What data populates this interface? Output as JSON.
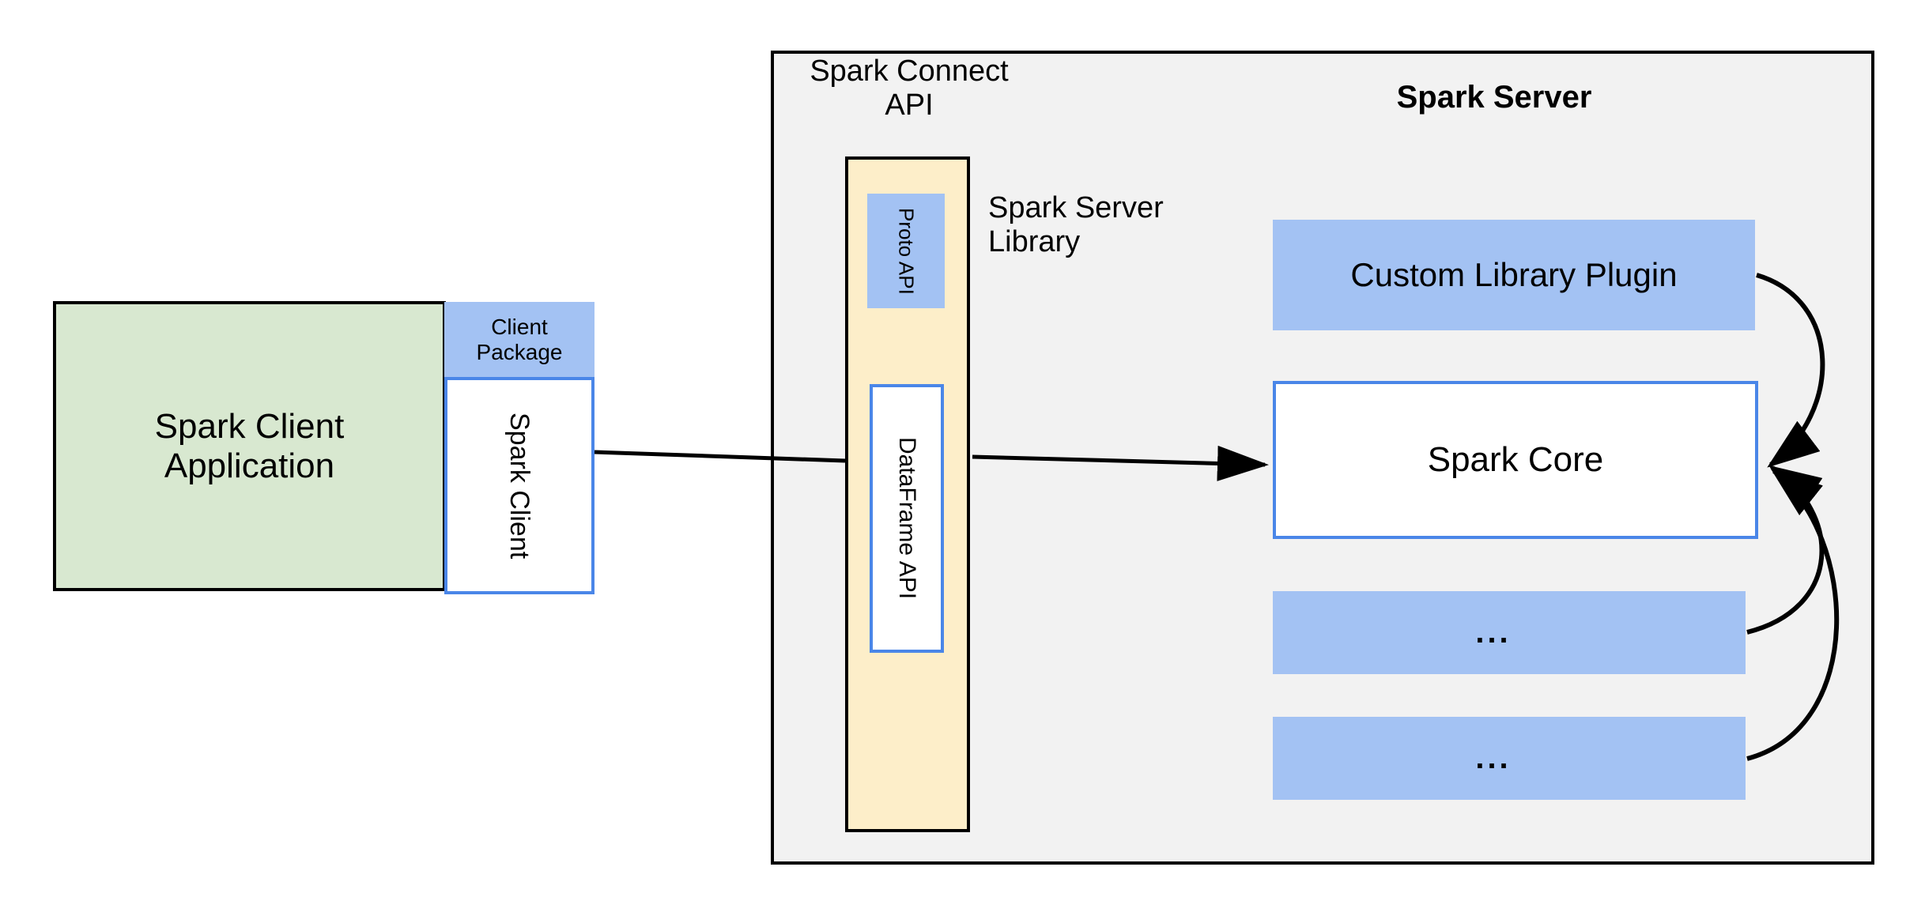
{
  "diagram": {
    "title_server": "Spark Server",
    "client": {
      "app_line1": "Spark Client",
      "app_line2": "Application",
      "package_line1": "Client",
      "package_line2": "Package",
      "client_box_label": "Spark Client"
    },
    "connect": {
      "api_title_line1": "Spark Connect",
      "api_title_line2": "API",
      "server_library_line1": "Spark Server",
      "server_library_line2": "Library",
      "proto_api_label": "Proto API",
      "dataframe_api_label": "DataFrame API"
    },
    "server": {
      "custom_library_plugin": "Custom Library Plugin",
      "spark_core": "Spark Core",
      "ellipsis_one": "...",
      "ellipsis_two": "..."
    },
    "colors": {
      "container_fill": "#f2f2f2",
      "container_stroke": "#000000",
      "green_fill": "#d8e8d0",
      "blue_fill": "#a3c2f3",
      "blue_stroke": "#4a86e8",
      "cream_fill": "#fdeec9",
      "white_fill": "#ffffff",
      "arrow_stroke": "#000000"
    }
  }
}
